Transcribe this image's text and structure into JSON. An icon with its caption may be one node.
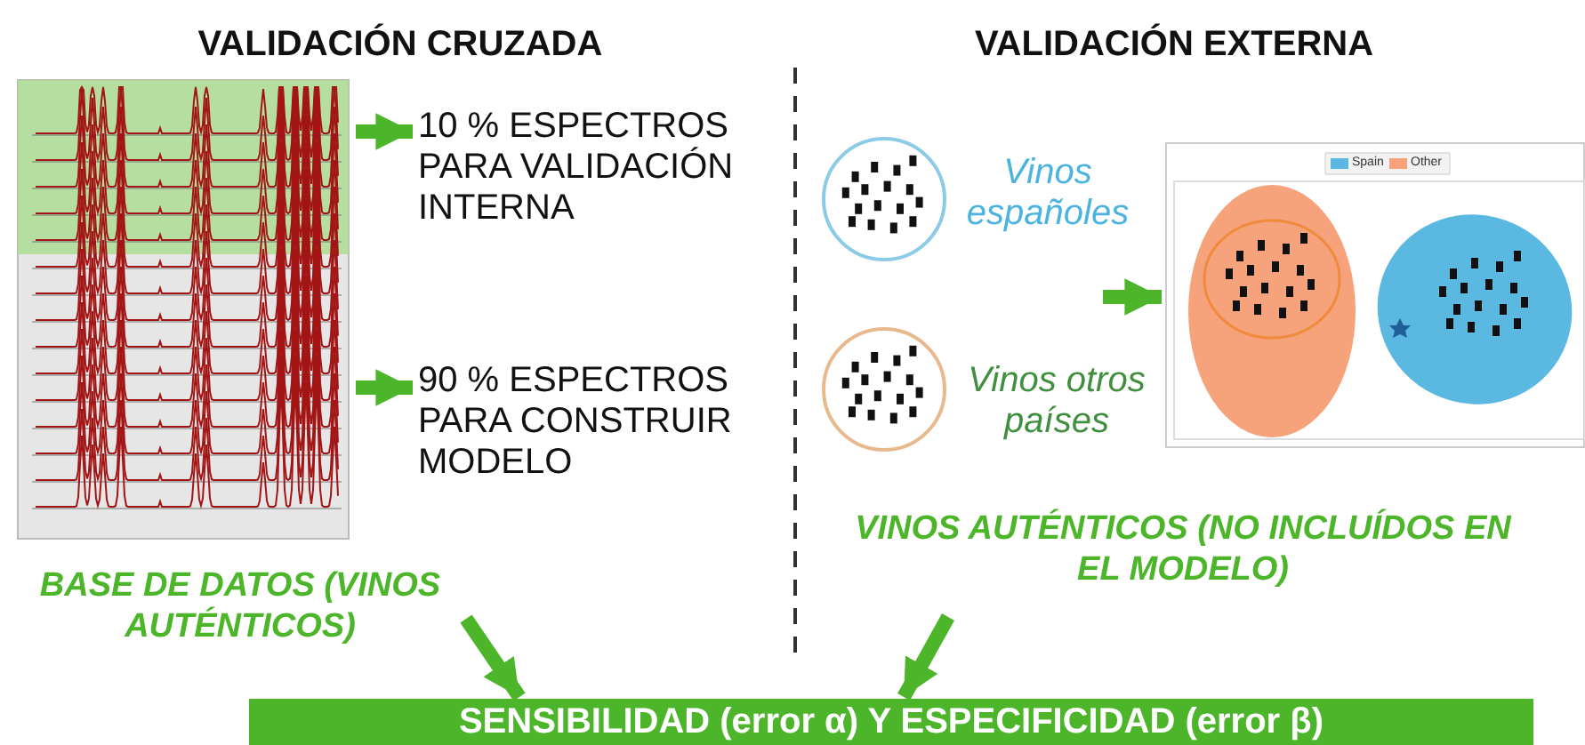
{
  "diagram": {
    "nodes": [
      {
        "text": [],
        "shape": "picture",
        "beside": [
          "BASE DE DATOS (VINOS AUTÉNTICOS)"
        ]
      },
      {
        "text": [
          "10 % ESPECTROS PARA VALIDACIÓN INTERNA"
        ]
      },
      {
        "text": [
          "90 % ESPECTROS PARA CONSTRUIR MODELO"
        ]
      },
      {
        "text": [],
        "shape": "circle",
        "beside": [
          "Vinos españoles"
        ]
      },
      {
        "text": [],
        "shape": "circle",
        "beside": [
          "Vinos otros países"
        ]
      },
      {
        "text": [],
        "shape": "picture"
      },
      {
        "text": [
          "VINOS AUTÉNTICOS (NO INCLUÍDOS EN EL MODELO)"
        ]
      },
      {
        "text": [
          "SENSIBILIDAD (error α)  Y ESPECIFICIDAD (error β)"
        ]
      }
    ],
    "edges": [
      {
        "from": 0,
        "to": 1,
        "arrow": "to"
      },
      {
        "from": 0,
        "to": 2,
        "arrow": "to"
      },
      {
        "from": null,
        "to": 5,
        "arrow": "to"
      },
      {
        "from": 0,
        "to": 7,
        "arrow": "to"
      },
      {
        "from": 6,
        "to": 7,
        "arrow": "to"
      }
    ],
    "labels": [
      "VALIDACIÓN CRUZADA",
      "VALIDACIÓN EXTERNA"
    ],
    "legend": [
      {
        "text": "Spain",
        "color": "#5bb8e0"
      },
      {
        "text": "Other",
        "color": "#f6a27a"
      }
    ]
  }
}
